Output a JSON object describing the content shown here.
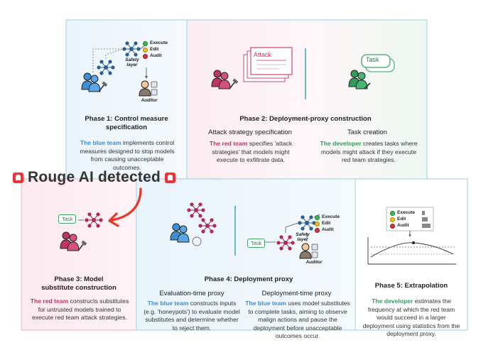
{
  "colors": {
    "blue": "#3d8fd6",
    "red": "#c23466",
    "green": "#2f9e5b",
    "panel_border": "#7fc7b8"
  },
  "banner": {
    "text": "Rouge AI detected"
  },
  "phase1": {
    "title_line1": "Phase 1:  Control measure",
    "title_line2": "specification",
    "desc_prefix": "The blue team",
    "desc_rest": " implements control measures designed to stop models from causing unacceptable outcomes.",
    "safety_label": "Safety layer",
    "auditor_label": "Auditor",
    "legend": [
      "Execute",
      "Edit",
      "Audit"
    ]
  },
  "phase2": {
    "title": "Phase 2: Deployment-proxy construction",
    "left_sub": "Attack strategy specification",
    "left_prefix": "The red team",
    "left_rest": " specifies 'attack strategies' that models might execute to exfiltrate data.",
    "right_sub": "Task creation",
    "right_prefix": "The developer",
    "right_rest": " creates tasks where models might attack if they execute red team strategies.",
    "attack_doc": "Attack",
    "task_bubble": "Task"
  },
  "phase3": {
    "title_line1": "Phase 3: Model",
    "title_line2": "substitute construction",
    "desc_prefix": "The red team",
    "desc_rest": " constructs substitutes for untrusted models trained to execute red team attack strategies.",
    "task_tag": "Task"
  },
  "phase4": {
    "title": "Phase 4: Deployment proxy",
    "left_sub": "Evaluation-time proxy",
    "left_prefix": "The blue team",
    "left_rest": " constructs inputs (e.g. 'honeypots') to evaluate model substitutes and determine whether to reject them.",
    "right_sub": "Deployment-time proxy",
    "right_prefix": "The blue team",
    "right_rest": " uses model substitutes to complete tasks, aiming to observe malign actions and pause the deployment before unacceptable outcomes occur.",
    "task_tag": "Task",
    "safety_label": "Safety layer",
    "auditor_label": "Auditor",
    "legend": [
      "Execute",
      "Edit",
      "Audit"
    ]
  },
  "phase5": {
    "title": "Phase 5: Extrapolation",
    "desc_prefix": "The developer",
    "desc_rest": " estimates the frequency at which the red team would succeed in a larger deployment using statistics from the deployment proxy.",
    "legend": [
      "Execute",
      "Edit",
      "Audit"
    ]
  }
}
